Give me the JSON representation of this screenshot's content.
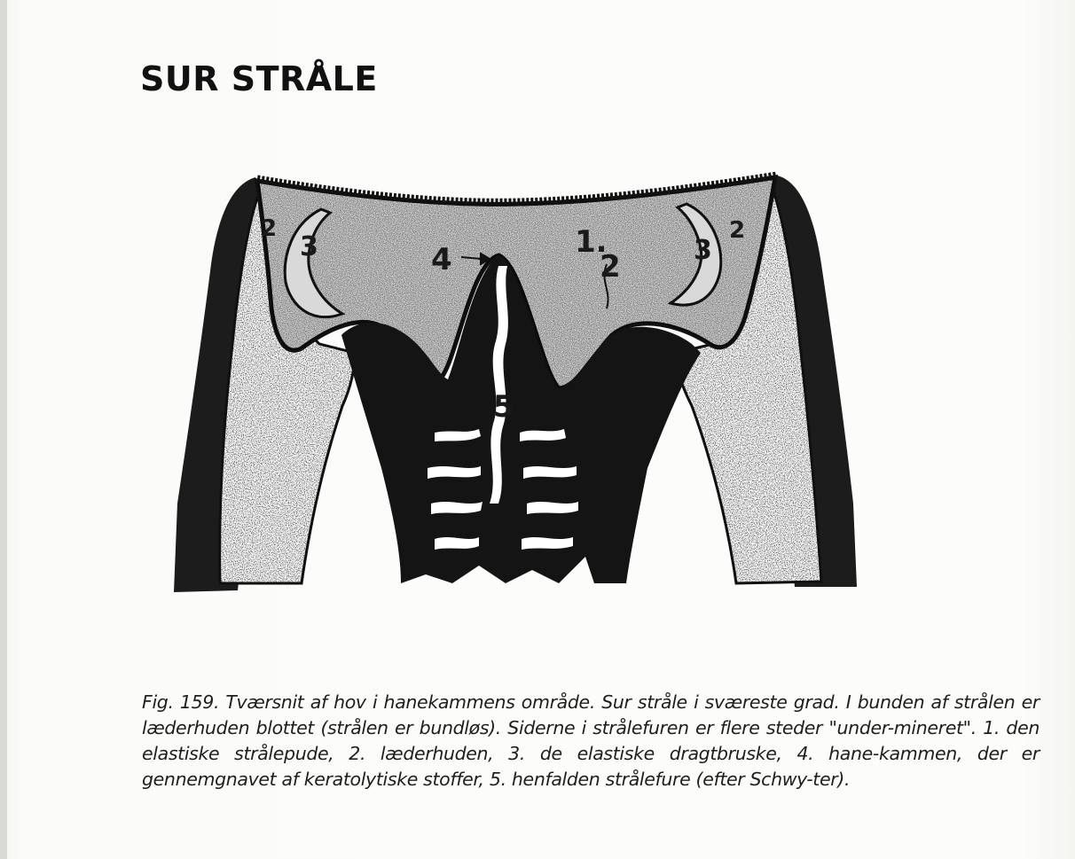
{
  "page": {
    "heading": "SUR STRÅLE",
    "caption": "Fig. 159. Tværsnit af hov i hanekammens område. Sur stråle i sværeste grad. I bunden af strålen er læderhuden blottet (strålen er bundløs). Siderne i strålefuren er flere steder \"under-mineret\". 1. den elastiske strålepude, 2. læderhuden, 3. de elastiske dragtbruske, 4. hane-kammen, der er gennemgnavet af keratolytiske stoffer, 5. henfalden strålefure (efter Schwy-ter)."
  },
  "figure": {
    "labels": {
      "l1": "1.",
      "l2": "2",
      "l3_left": "3",
      "l3_right": "3",
      "l4": "4",
      "l5": "5",
      "l2_far_left": "2",
      "l2_far_right": "2"
    }
  }
}
